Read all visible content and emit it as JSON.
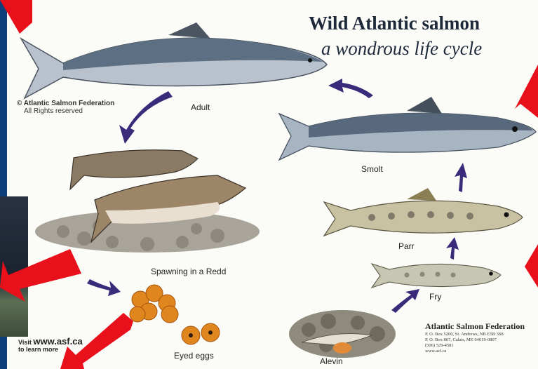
{
  "title": "Wild Atlantic salmon",
  "subtitle": "a wondrous life cycle",
  "copyright": {
    "line1": "© Atlantic Salmon Federation",
    "line2": "All Rights reserved"
  },
  "stages": {
    "adult": "Adult",
    "smolt": "Smolt",
    "parr": "Parr",
    "fry": "Fry",
    "alevin": "Alevin",
    "eyed_eggs": "Eyed eggs",
    "spawning": "Spawning in a Redd"
  },
  "visit": {
    "prefix": "Visit",
    "url": "www.asf.ca",
    "suffix": "to learn more"
  },
  "federation": {
    "name": "Atlantic Salmon Federation",
    "address1": "P. O. Box 5200, St. Andrews, NB E5B 3S8",
    "address2": "P. O. Box 807, Calais, ME 04619-0807",
    "phone": "(506) 529-4581",
    "web": "www.asf.ca"
  },
  "colors": {
    "background": "#0d3f7a",
    "poster": "#fbfbf8",
    "arrow": "#3a2a7a",
    "overlay_arrow": "#e8101a"
  }
}
